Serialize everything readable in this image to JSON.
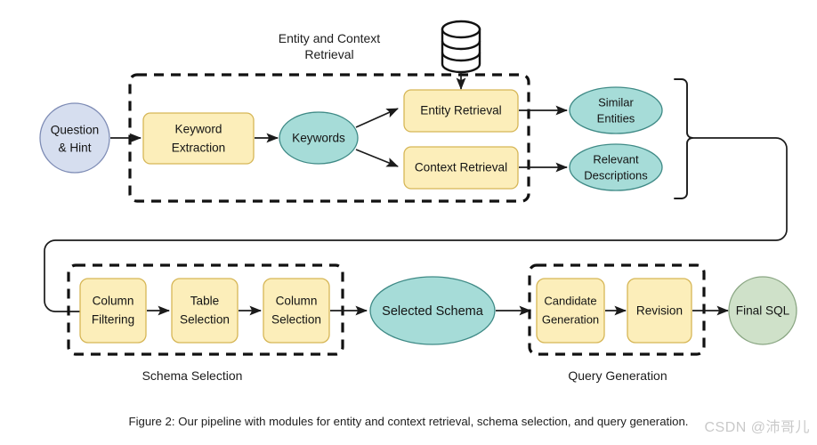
{
  "figure": {
    "caption": "Figure 2: Our pipeline with modules for entity and context retrieval, schema selection, and query generation.",
    "watermark": "CSDN @沛哥儿",
    "background_color": "#ffffff"
  },
  "palette": {
    "process_box_fill": "#fceeba",
    "process_box_stroke": "#d6b656",
    "data_ellipse_fill": "#a6dcd8",
    "data_ellipse_stroke": "#3f8a86",
    "input_circle_fill": "#d6deef",
    "input_circle_stroke": "#7e8cb5",
    "output_circle_fill": "#cfe1c9",
    "output_circle_stroke": "#8aa683",
    "edge_color": "#1b1b1b",
    "group_border_color": "#111111"
  },
  "groups": [
    {
      "id": "entity-context-retrieval",
      "label_line1": "Entity and Context",
      "label_line2": "Retrieval"
    },
    {
      "id": "schema-selection",
      "label": "Schema Selection"
    },
    {
      "id": "query-generation",
      "label": "Query Generation"
    }
  ],
  "nodes": {
    "question_hint": {
      "line1": "Question",
      "line2": "& Hint",
      "shape": "circle"
    },
    "keyword_extraction": {
      "line1": "Keyword",
      "line2": "Extraction",
      "shape": "rounded-box"
    },
    "keywords": {
      "label": "Keywords",
      "shape": "ellipse"
    },
    "entity_retrieval": {
      "label": "Entity Retrieval",
      "shape": "rounded-box"
    },
    "context_retrieval": {
      "label": "Context Retrieval",
      "shape": "rounded-box"
    },
    "similar_entities": {
      "line1": "Similar",
      "line2": "Entities",
      "shape": "ellipse"
    },
    "relevant_descriptions": {
      "line1": "Relevant",
      "line2": "Descriptions",
      "shape": "ellipse"
    },
    "database": {
      "label": "database-cylinder",
      "shape": "cylinder"
    },
    "column_filtering": {
      "line1": "Column",
      "line2": "Filtering",
      "shape": "rounded-box"
    },
    "table_selection": {
      "line1": "Table",
      "line2": "Selection",
      "shape": "rounded-box"
    },
    "column_selection": {
      "line1": "Column",
      "line2": "Selection",
      "shape": "rounded-box"
    },
    "selected_schema": {
      "label": "Selected Schema",
      "shape": "ellipse"
    },
    "candidate_generation": {
      "line1": "Candidate",
      "line2": "Generation",
      "shape": "rounded-box"
    },
    "revision": {
      "label": "Revision",
      "shape": "rounded-box"
    },
    "final_sql": {
      "label": "Final SQL",
      "shape": "circle"
    }
  }
}
